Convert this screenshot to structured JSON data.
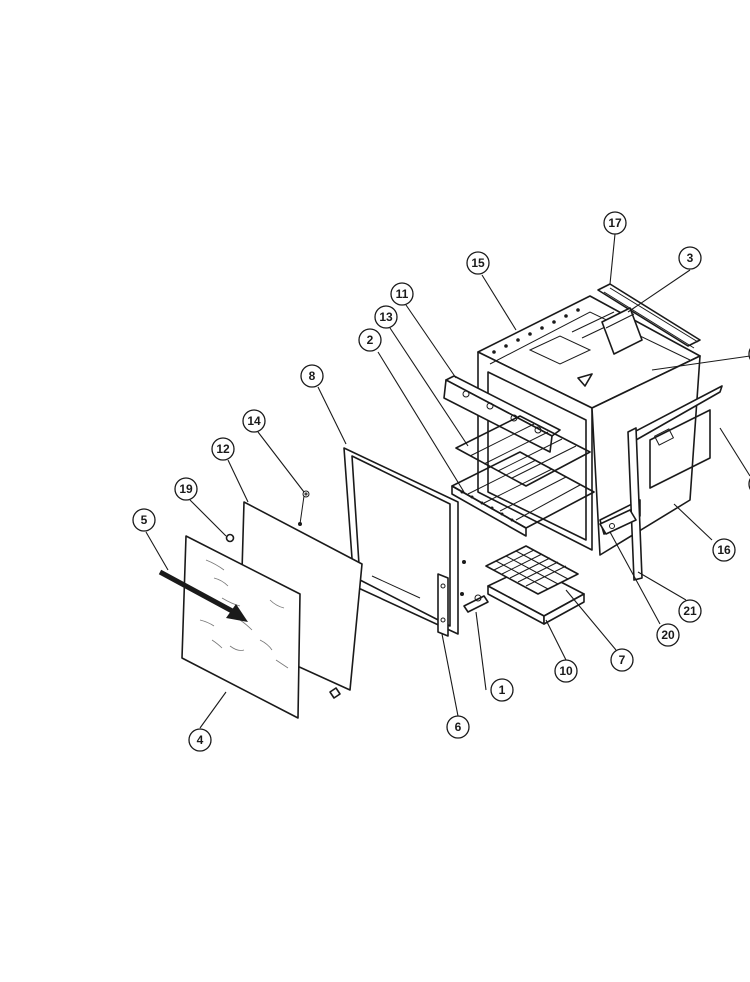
{
  "callouts": [
    {
      "id": "c1",
      "label": "1"
    },
    {
      "id": "c2",
      "label": "2"
    },
    {
      "id": "c3",
      "label": "3"
    },
    {
      "id": "c4",
      "label": "4"
    },
    {
      "id": "c5",
      "label": "5"
    },
    {
      "id": "c6",
      "label": "6"
    },
    {
      "id": "c7",
      "label": "7"
    },
    {
      "id": "c8",
      "label": "8"
    },
    {
      "id": "c10",
      "label": "10"
    },
    {
      "id": "c11",
      "label": "11"
    },
    {
      "id": "c12",
      "label": "12"
    },
    {
      "id": "c13",
      "label": "13"
    },
    {
      "id": "c14",
      "label": "14"
    },
    {
      "id": "c15",
      "label": "15"
    },
    {
      "id": "c16",
      "label": "16"
    },
    {
      "id": "c17",
      "label": "17"
    },
    {
      "id": "c19",
      "label": "19"
    },
    {
      "id": "c20",
      "label": "20"
    },
    {
      "id": "c21",
      "label": "21"
    }
  ]
}
